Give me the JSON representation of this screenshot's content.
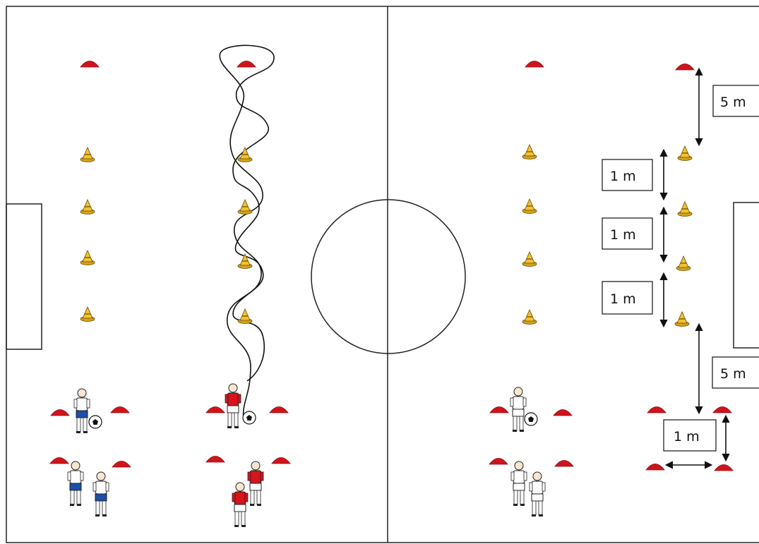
{
  "labels": {
    "top_distance": "5 m",
    "gap_1": "1 m",
    "gap_2": "1 m",
    "gap_3": "1 m",
    "bottom_distance": "5 m",
    "square_side": "1 m"
  },
  "colors": {
    "red_cone": "#d0141c",
    "yellow_cone": "#f2c230",
    "red_shirt": "#d6141c",
    "blue_shorts": "#1c4fa8",
    "lines": "#222222"
  }
}
